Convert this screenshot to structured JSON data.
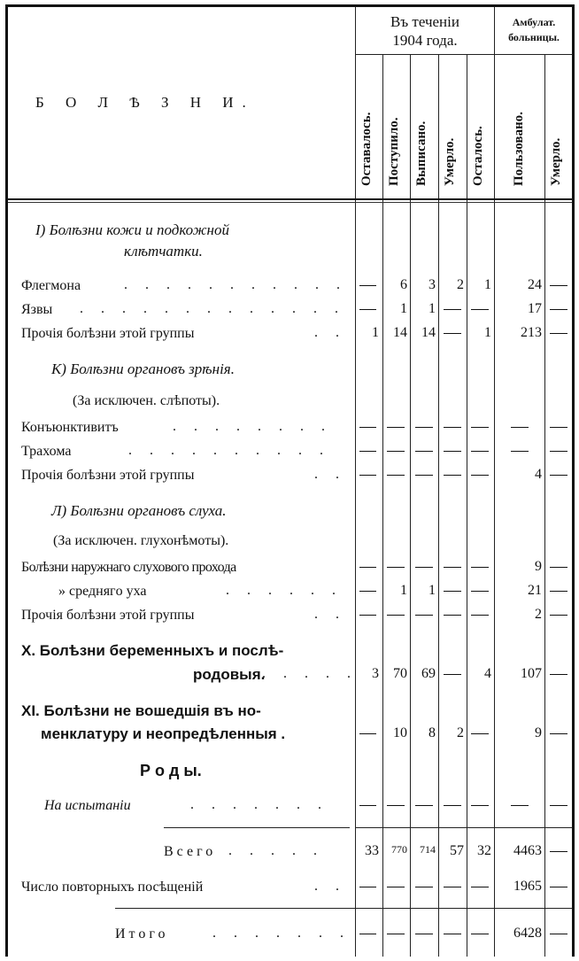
{
  "header": {
    "title": "Б О Л Ѣ З Н И.",
    "group_year": "Въ теченіи 1904 года.",
    "group_year_line1": "Въ теченіи",
    "group_year_line2": "1904 года.",
    "group_amb_line1": "Амбулат.",
    "group_amb_line2": "больницы.",
    "columns": [
      "Оставалось.",
      "Поступило.",
      "Выписано.",
      "Умерло.",
      "Осталось.",
      "Пользовано.",
      "Умерло."
    ]
  },
  "sections": [
    {
      "title_line1": "I) Болѣзни кожи и подкожной",
      "title_line2": "клѣтчатки.",
      "rows": [
        {
          "label": "Флегмона",
          "values": [
            "—",
            "6",
            "3",
            "2",
            "1",
            "24",
            "—"
          ]
        },
        {
          "label": "Язвы",
          "values": [
            "—",
            "1",
            "1",
            "—",
            "—",
            "17",
            "—"
          ]
        },
        {
          "label": "Прочія болѣзни этой группы",
          "values": [
            "1",
            "14",
            "14",
            "—",
            "1",
            "213",
            "—"
          ]
        }
      ]
    },
    {
      "title_line1": "К) Болѣзни органовъ зрѣнія.",
      "title_line2": "(За исключен. слѣпоты).",
      "rows": [
        {
          "label": "Конъюнктивитъ",
          "values": [
            "—",
            "—",
            "—",
            "—",
            "—",
            "—",
            "—"
          ]
        },
        {
          "label": "Трахома",
          "values": [
            "—",
            "—",
            "—",
            "—",
            "—",
            "—",
            "—"
          ]
        },
        {
          "label": "Прочія болѣзни этой группы",
          "values": [
            "—",
            "—",
            "—",
            "—",
            "—",
            "4",
            "—"
          ]
        }
      ]
    },
    {
      "title_line1": "Л) Болѣзни органовъ слуха.",
      "title_line2": "(За исключен. глухонѣмоты).",
      "rows": [
        {
          "label": "Болѣзни наружнаго слухового прохода",
          "values": [
            "—",
            "—",
            "—",
            "—",
            "—",
            "9",
            "—"
          ]
        },
        {
          "label": "» среднягo уха",
          "values": [
            "—",
            "1",
            "1",
            "—",
            "—",
            "21",
            "—"
          ]
        },
        {
          "label": "Прочія болѣзни этой группы",
          "values": [
            "—",
            "—",
            "—",
            "—",
            "—",
            "2",
            "—"
          ]
        }
      ]
    },
    {
      "title_line1": "X. Болѣзни беременныхъ и послѣ-",
      "title_line2": "родовыя.",
      "values": [
        "3",
        "70",
        "69",
        "—",
        "4",
        "107",
        "—"
      ]
    },
    {
      "title_line1": "XI. Болѣзни не вошедшія въ но-",
      "title_line2": "менклатуру и неопредѣленныя .",
      "values": [
        "—",
        "10",
        "8",
        "2",
        "—",
        "9",
        "—"
      ]
    },
    {
      "title": "Р о д ы.",
      "rows": [
        {
          "label": "На испытаніи",
          "values": [
            "—",
            "—",
            "—",
            "—",
            "—",
            "—",
            "—"
          ]
        }
      ]
    }
  ],
  "totals": {
    "total": {
      "label": "Всего",
      "values": [
        "33",
        "770",
        "714",
        "57",
        "32",
        "4463",
        "—"
      ]
    },
    "repeat": {
      "label": "Число повторныхъ посѣщеній",
      "values": [
        "—",
        "—",
        "—",
        "—",
        "—",
        "1965",
        "—"
      ]
    },
    "grand": {
      "label": "Итого",
      "values": [
        "—",
        "—",
        "—",
        "—",
        "—",
        "6428",
        "—"
      ]
    }
  }
}
